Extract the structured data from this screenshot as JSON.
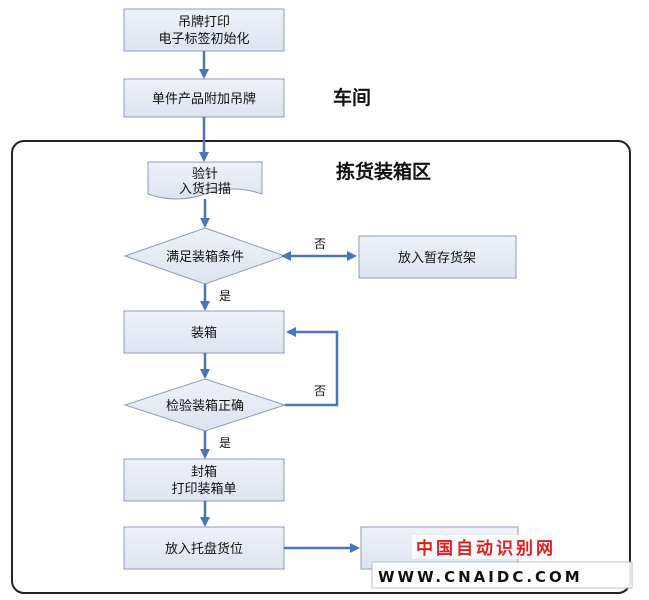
{
  "labels": {
    "workshop": "车间",
    "packing_zone": "拣货装箱区",
    "no_1": "否",
    "yes_1": "是",
    "no_2": "否",
    "yes_2": "是"
  },
  "nodes": {
    "print_tag": [
      "吊牌打印",
      "电子标签初始化"
    ],
    "attach_tag": "单件产品附加吊牌",
    "scan": [
      "验针",
      "入货扫描"
    ],
    "condition": "满足装箱条件",
    "temp_shelf": "放入暂存货架",
    "packing": "装箱",
    "check": "检验装箱正确",
    "seal": [
      "封箱",
      "打印装箱单"
    ],
    "pallet": "放入托盘货位"
  },
  "watermark": {
    "cn": "中国自动识别网",
    "url": "WWW.CNAIDC.COM"
  },
  "colors": {
    "box_fill_top": "#eef1f8",
    "box_fill_bottom": "#dfe5f2",
    "box_stroke": "#8d9bbb",
    "arrow": "#4a76b8"
  }
}
